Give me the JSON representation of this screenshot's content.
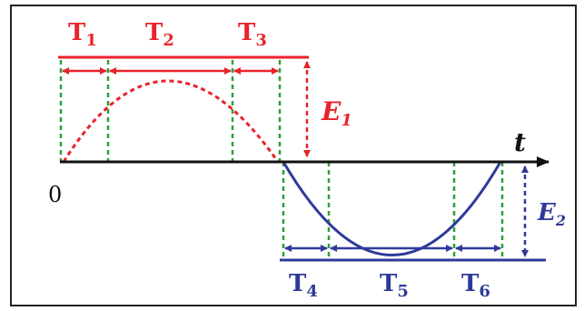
{
  "colors": {
    "red": "#e8232a",
    "blue": "#2e3a99",
    "green": "#2f9e3d",
    "black": "#111111",
    "border": "#222222"
  },
  "labels": {
    "t1": {
      "main": "T",
      "sub": "1"
    },
    "t2": {
      "main": "T",
      "sub": "2"
    },
    "t3": {
      "main": "T",
      "sub": "3"
    },
    "t4": {
      "main": "T",
      "sub": "4"
    },
    "t5": {
      "main": "T",
      "sub": "5"
    },
    "t6": {
      "main": "T",
      "sub": "6"
    },
    "e1": {
      "main": "E",
      "sub": "1"
    },
    "e2": {
      "main": "E",
      "sub": "2"
    },
    "axis_t": "t",
    "origin": "0"
  }
}
